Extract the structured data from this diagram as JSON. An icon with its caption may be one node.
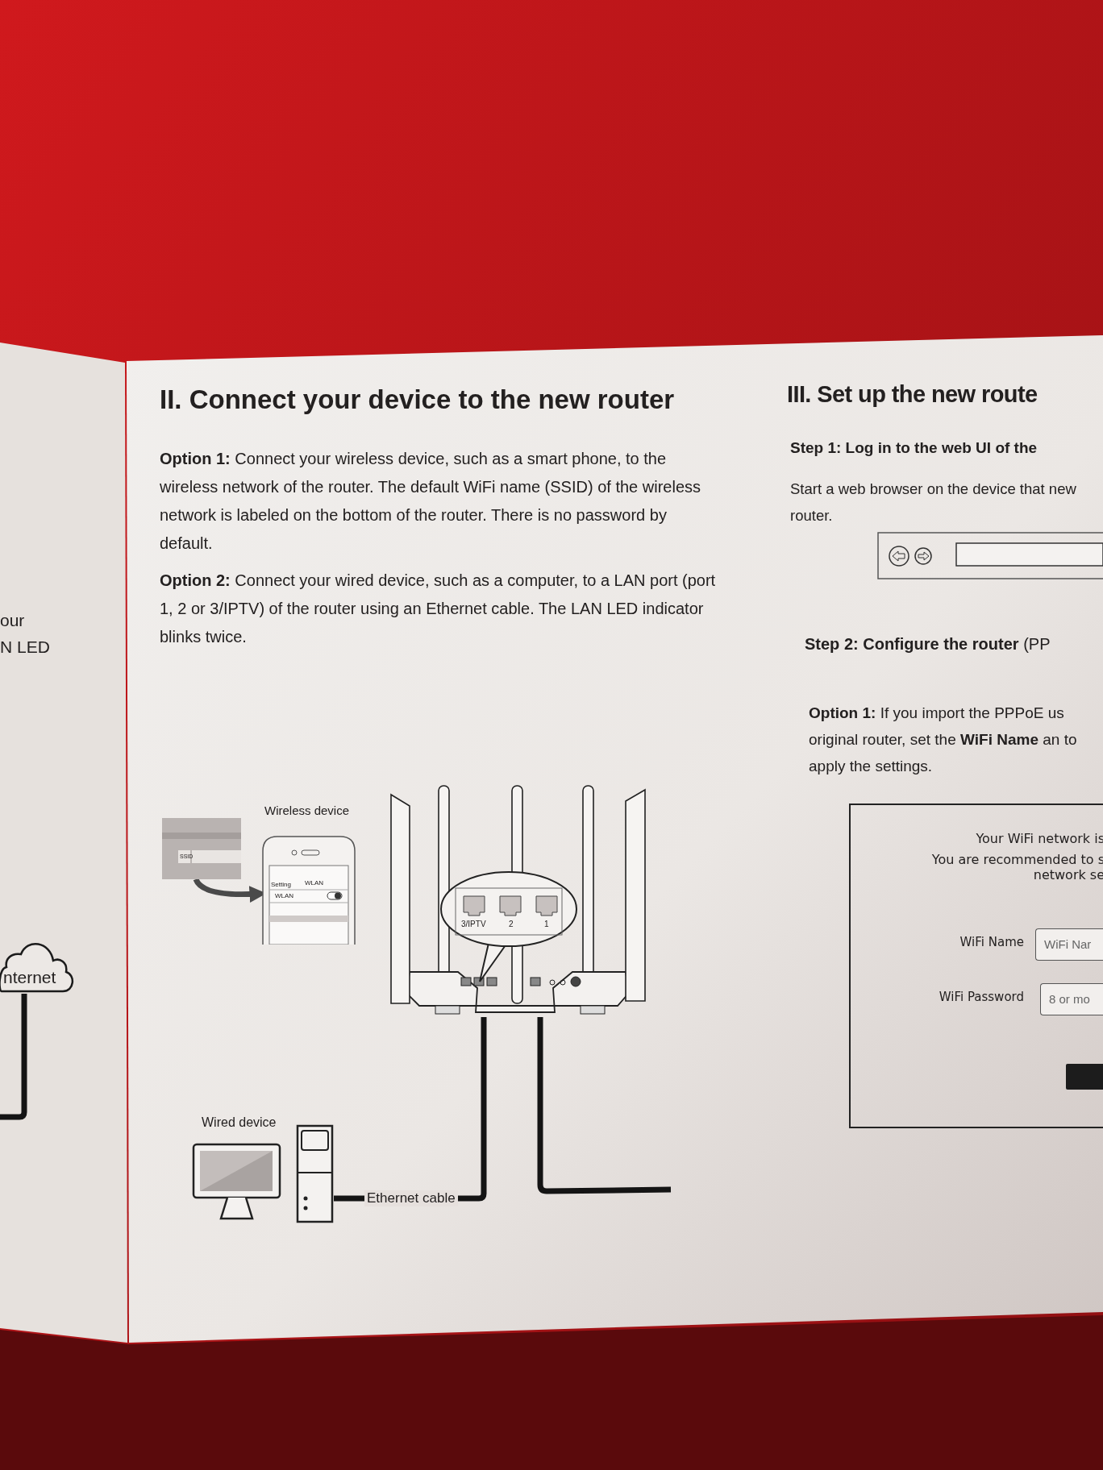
{
  "diagram": {
    "title": "II. Connect your device to the new router",
    "nodes": [
      {
        "text": [
          "nternet"
        ]
      },
      {
        "text": [
          "SSID"
        ]
      },
      {
        "text": [
          "Wireless device",
          "Setting",
          "WLAN",
          "WLAN"
        ]
      },
      {
        "text": [],
        "shape": "picture"
      },
      {
        "text": [
          "3/IPTV",
          "2",
          "1"
        ],
        "in": 3
      },
      {
        "text": [],
        "shape": "picture"
      },
      {
        "text": [],
        "shape": "picture"
      },
      {
        "text": [],
        "shape": "box"
      },
      {
        "text": [
          "Your WiFi network is",
          "You are recommended to s network se"
        ]
      },
      {
        "text": [
          "WiFi Nar"
        ],
        "in": 8
      },
      {
        "text": [
          "8 or mo"
        ],
        "in": 8
      },
      {
        "text": [],
        "shape": "box",
        "in": 8
      }
    ],
    "edges": [
      {
        "from": 1,
        "to": 2,
        "arrow": "to",
        "color": "#4a4a4a"
      },
      {
        "from": 6,
        "to": 3,
        "arrow": "none",
        "label": "Ethernet cable"
      },
      {
        "from": 3,
        "to": null,
        "arrow": "none"
      },
      {
        "from": 0,
        "to": null,
        "arrow": "none"
      }
    ],
    "labels": [
      "our",
      "N LED",
      "**Option 1:** Connect your wireless device, such as a smart phone, to the wireless network of the router. The default WiFi name (SSID) of the wireless network is labeled on the bottom of the router. There is no password by default.",
      "**Option 2:** Connect your wired device, such as a computer, to a LAN port (port 1, 2 or 3/IPTV) of the router using an Ethernet cable. The LAN LED indicator blinks twice.",
      "Wired device",
      "III. Set up the new route",
      "Step 1: Log in to the web UI of the",
      "Start a web browser on the device that new router.",
      "**Step 2: Configure the router** (PP",
      "**Option 1:** If you import the PPPoE us original router, set the **WiFi Name** an to apply the settings.",
      "WiFi Name",
      "WiFi Password"
    ]
  }
}
